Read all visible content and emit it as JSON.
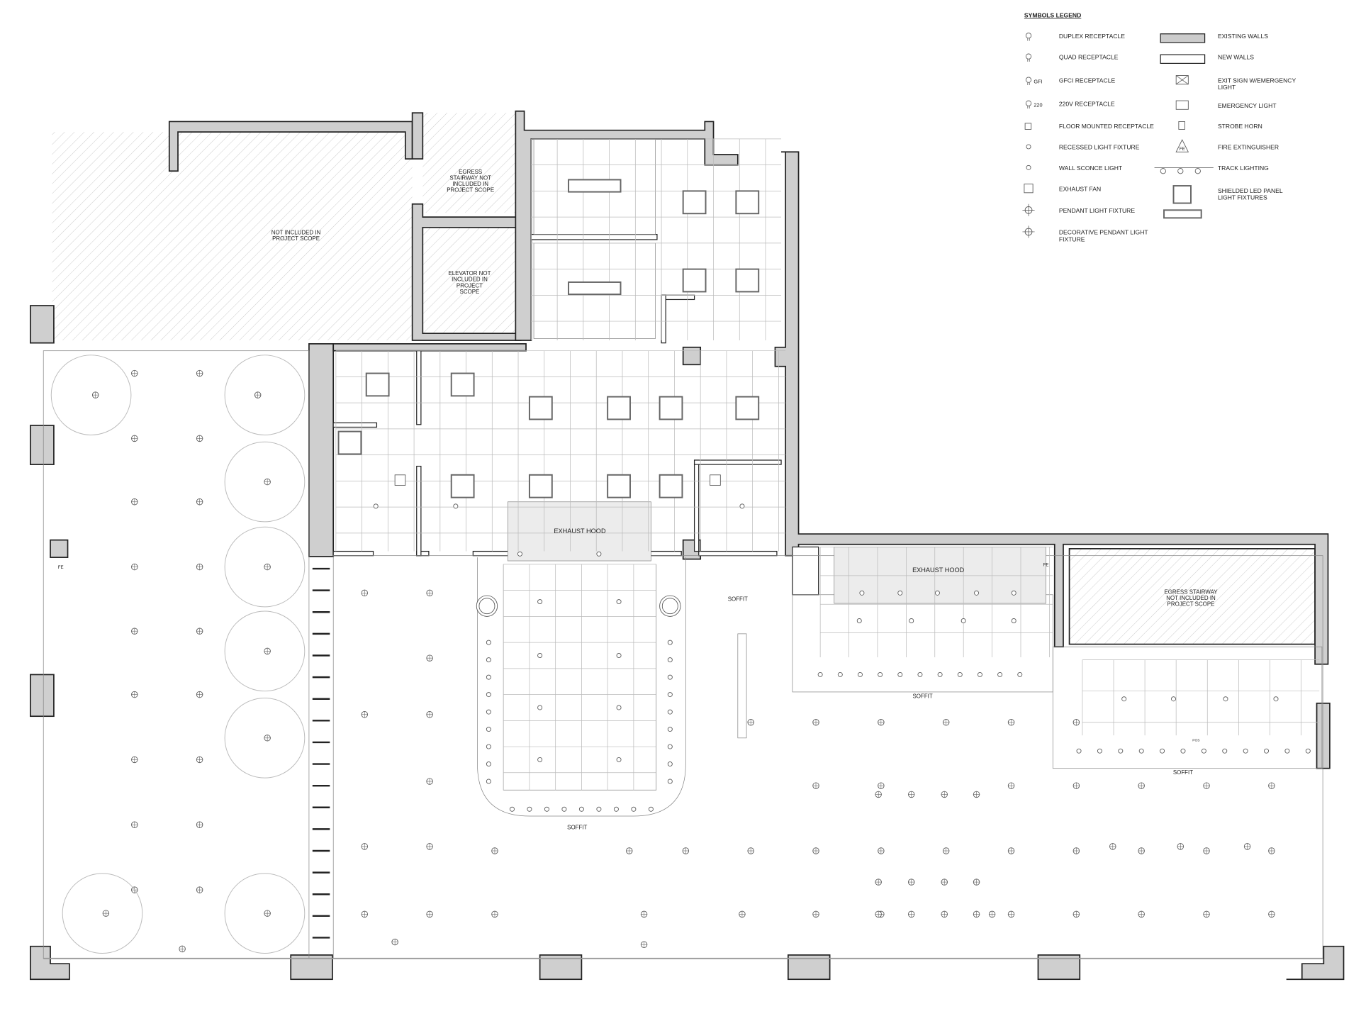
{
  "legend": {
    "title": "SYMBOLS LEGEND",
    "left_items": [
      {
        "label": "DUPLEX RECEPTACLE",
        "icon": "duplex-receptacle-icon"
      },
      {
        "label": "QUAD RECEPTACLE",
        "icon": "quad-receptacle-icon"
      },
      {
        "label": "GFCI RECEPTACLE",
        "icon": "gfci-receptacle-icon",
        "tag": "GFI"
      },
      {
        "label": "220V RECEPTACLE",
        "icon": "220v-receptacle-icon",
        "tag": "220"
      },
      {
        "label": "FLOOR MOUNTED RECEPTACLE",
        "icon": "floor-receptacle-icon"
      },
      {
        "label": "RECESSED LIGHT FIXTURE",
        "icon": "recessed-light-icon"
      },
      {
        "label": "WALL SCONCE LIGHT",
        "icon": "wall-sconce-icon"
      },
      {
        "label": "EXHAUST FAN",
        "icon": "exhaust-fan-icon"
      },
      {
        "label": "PENDANT LIGHT FIXTURE",
        "icon": "pendant-light-icon"
      },
      {
        "label": "DECORATIVE PENDANT LIGHT",
        "label2": "FIXTURE",
        "icon": "decorative-pendant-icon"
      }
    ],
    "right_items": [
      {
        "label": "EXISTING WALLS",
        "icon": "existing-wall-icon"
      },
      {
        "label": "NEW WALLS",
        "icon": "new-wall-icon"
      },
      {
        "label": "EXIT SIGN W/EMERGENCY",
        "label2": "LIGHT",
        "icon": "exit-sign-icon"
      },
      {
        "label": "EMERGENCY LIGHT",
        "icon": "emergency-light-icon"
      },
      {
        "label": "STROBE HORN",
        "icon": "strobe-horn-icon"
      },
      {
        "label": "FIRE EXTINGUISHER",
        "icon": "fire-extinguisher-icon",
        "tag": "FE"
      },
      {
        "label": "TRACK LIGHTING",
        "icon": "track-lighting-icon"
      },
      {
        "label": "SHIELDED LED PANEL",
        "label2": "LIGHT FIXTURES",
        "icon": "led-panel-icon"
      }
    ]
  },
  "labels": {
    "not_included": [
      "NOT INCLUDED IN",
      "PROJECT SCOPE"
    ],
    "egress_top": [
      "EGRESS",
      "STAIRWAY NOT",
      "INCLUDED IN",
      "PROJECT SCOPE"
    ],
    "elevator": [
      "ELEVATOR NOT",
      "INCLUDED IN",
      "PROJECT",
      "SCOPE"
    ],
    "egress_right": [
      "EGRESS STAIRWAY",
      "NOT INCLUDED IN",
      "PROJECT SCOPE"
    ],
    "exhaust_hood_1": "EXHAUST HOOD",
    "exhaust_hood_2": "EXHAUST HOOD",
    "soffit_1": "SOFFIT",
    "soffit_2": "SOFFIT",
    "soffit_3": "SOFFIT",
    "soffit_4": "SOFFIT",
    "pos": "POS",
    "fe": "FE"
  }
}
